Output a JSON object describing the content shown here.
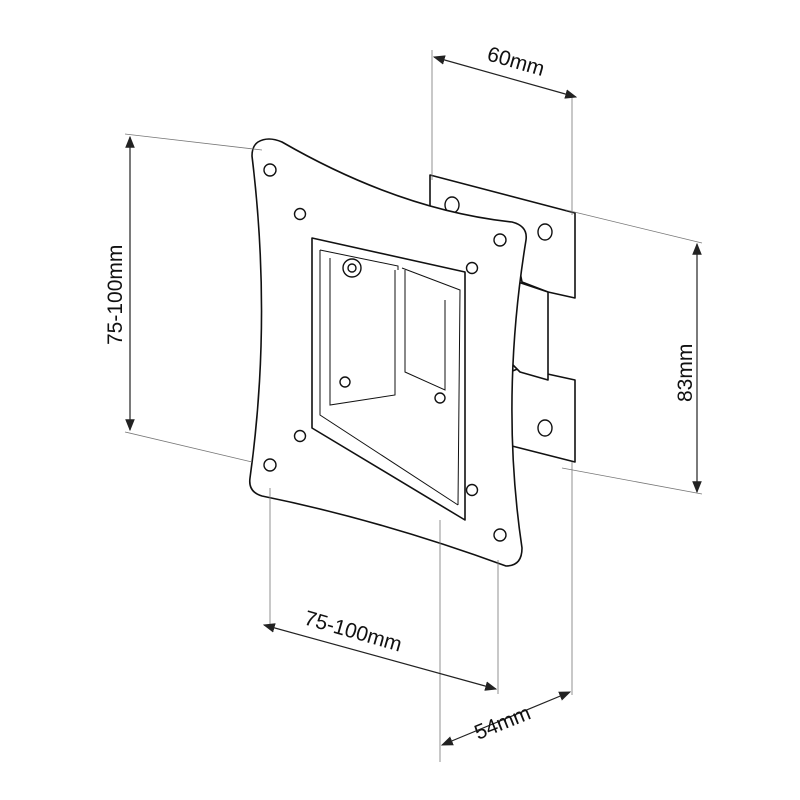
{
  "diagram": {
    "dimensions": {
      "wall_plate_width": "60mm",
      "vesa_height": "75-100mm",
      "wall_plate_height": "83mm",
      "vesa_width": "75-100mm",
      "depth": "54mm"
    },
    "colors": {
      "line": "#111111",
      "background": "#ffffff"
    }
  }
}
